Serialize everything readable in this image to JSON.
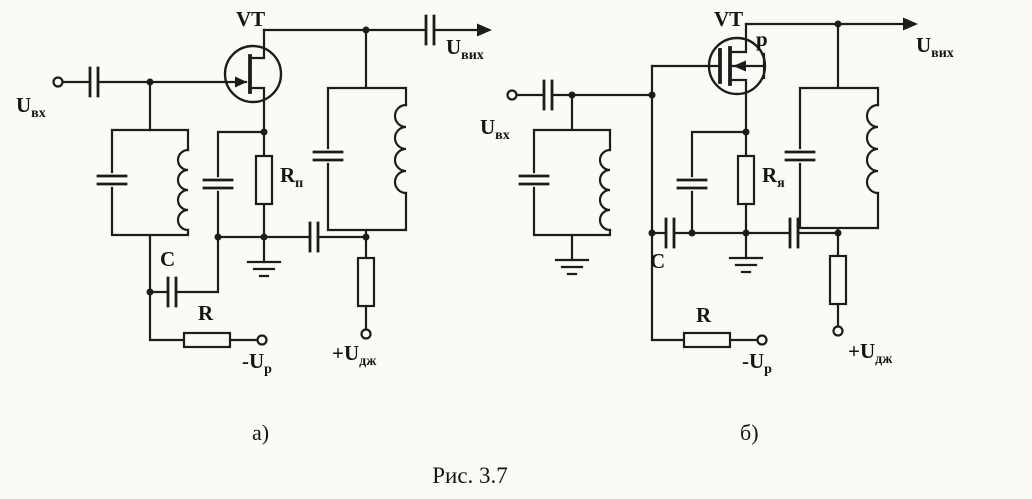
{
  "figure": {
    "caption": "Рис. 3.7"
  },
  "colors": {
    "ink": "#1c1c1c",
    "paper": "#fbfaf7"
  },
  "circuit_a": {
    "caption": "а)",
    "labels": {
      "transistor": "VT",
      "u_in": {
        "base": "U",
        "sub": "вх"
      },
      "u_out": {
        "base": "U",
        "sub": "вих"
      },
      "r_source": {
        "base": "R",
        "sub": "п"
      },
      "capacitor": "C",
      "resistor": "R",
      "u_gate": {
        "base": "-U",
        "sub": "р"
      },
      "u_supply": {
        "base": "+U",
        "sub": "дж"
      }
    }
  },
  "circuit_b": {
    "caption": "б)",
    "labels": {
      "transistor": "VT",
      "channel": "p",
      "u_in": {
        "base": "U",
        "sub": "вх"
      },
      "u_out": {
        "base": "U",
        "sub": "вих"
      },
      "r_source": {
        "base": "R",
        "sub": "я"
      },
      "capacitor": "C",
      "resistor": "R",
      "u_gate": {
        "base": "-U",
        "sub": "р"
      },
      "u_supply": {
        "base": "+U",
        "sub": "дж"
      }
    }
  }
}
